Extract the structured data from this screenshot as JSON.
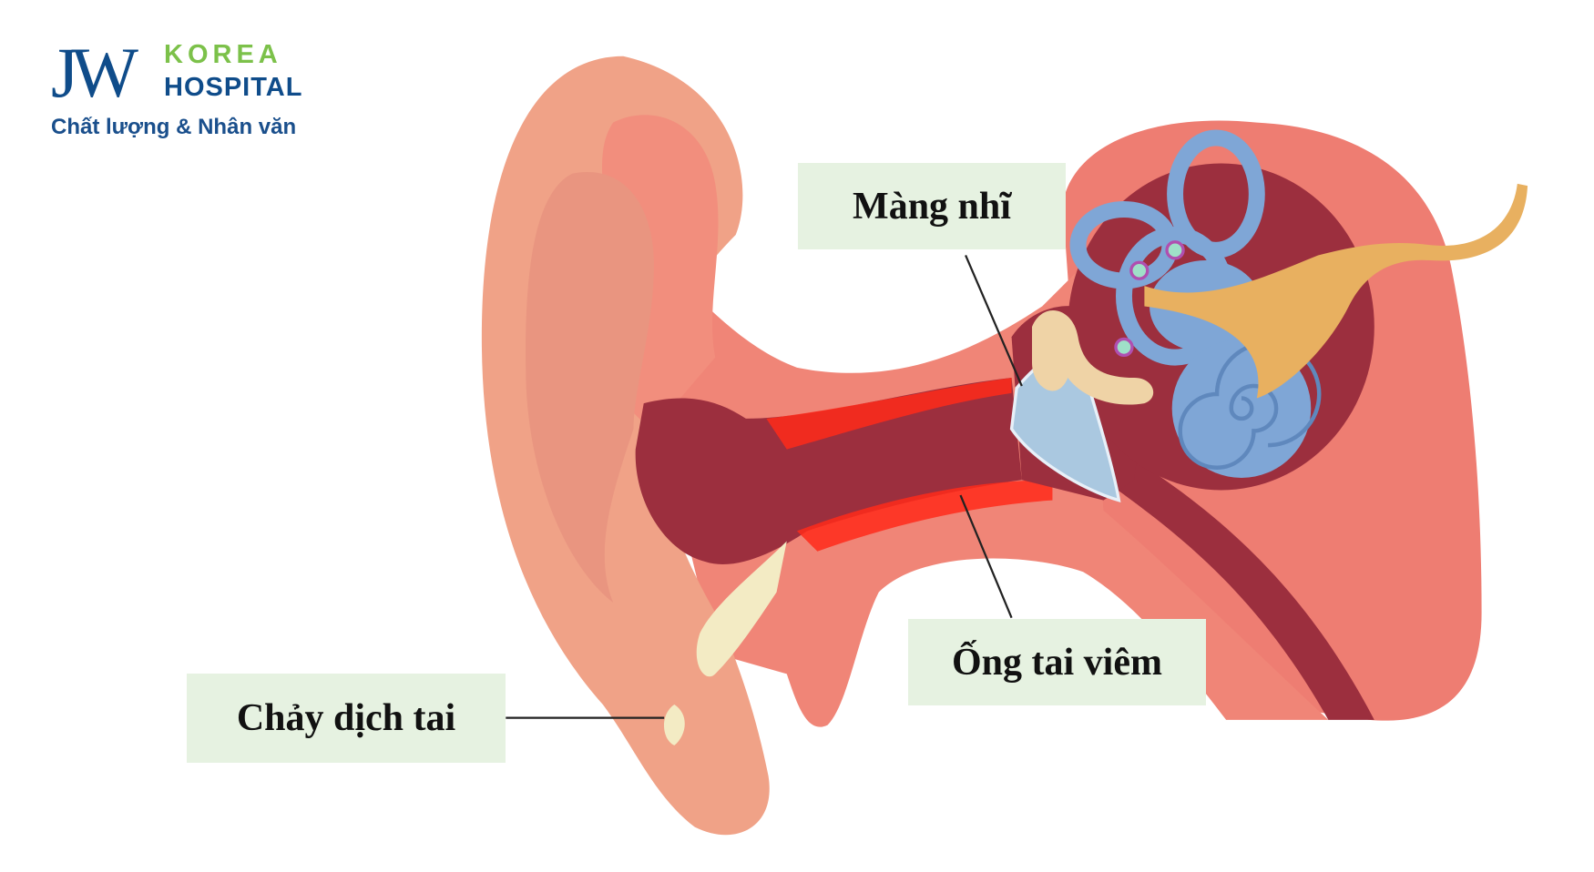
{
  "logo": {
    "mark": "JW",
    "line1": "KOREA",
    "line2": "HOSPITAL",
    "slogan": "Chất lượng & Nhân văn",
    "colors": {
      "blue": "#0f4c8a",
      "green": "#7cc14a"
    }
  },
  "labels": {
    "eardrum": "Màng nhĩ",
    "inflamed_canal": "Ống tai viêm",
    "ear_discharge": "Chảy dịch tai"
  },
  "colors": {
    "label_background": "#e6f2e1",
    "skin": "#f08a7a",
    "canal": "#9c2f3e",
    "inflammation": "#ff2a1a",
    "cochlea": "#7fa6d6",
    "nerve": "#e8b060"
  }
}
